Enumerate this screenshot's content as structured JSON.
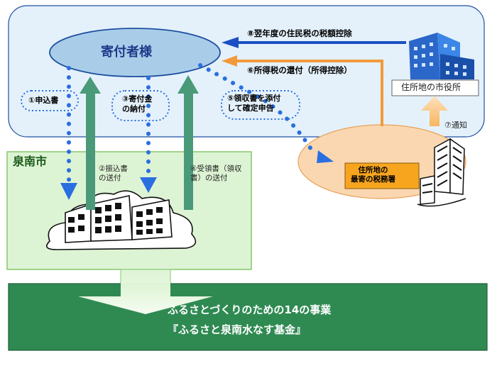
{
  "donor": {
    "label": "寄付者様"
  },
  "city": {
    "label": "泉南市"
  },
  "office": {
    "label": "住所地の市役所"
  },
  "tax_office": {
    "label": "住所地の\n最寄の税務署"
  },
  "steps": {
    "s1": "①申込書",
    "s2": "②振込書\nの送付",
    "s3": "③寄付金\nの納付",
    "s4": "④受領書（領収\n書）の送付",
    "s5": "⑤領収書を添付\nして確定申告",
    "s6": "⑥所得税の還付（所得控除）",
    "s7": "⑦通知",
    "s8": "⑧翌年度の住民税の税額控除"
  },
  "fund": {
    "line1": "ふるさとづくりのための14の事業",
    "line2": "『ふるさと泉南水なす基金』"
  },
  "colors": {
    "residence_panel": "#e4f1fb",
    "residence_border": "#1f4fa0",
    "donor_ellipse": "#a9cde9",
    "city_panel": "#ddf4d4",
    "city_border": "#87c66a",
    "dotted_arrow": "#2a6fe0",
    "green_arrow": "#4a9a7a",
    "orange": "#f29a3b",
    "tax_ellipse": "#fad7b0",
    "tax_label_bg": "#f7a51f",
    "fund_bar": "#2f8a52",
    "blue_arrow": "#1b4fc4"
  }
}
